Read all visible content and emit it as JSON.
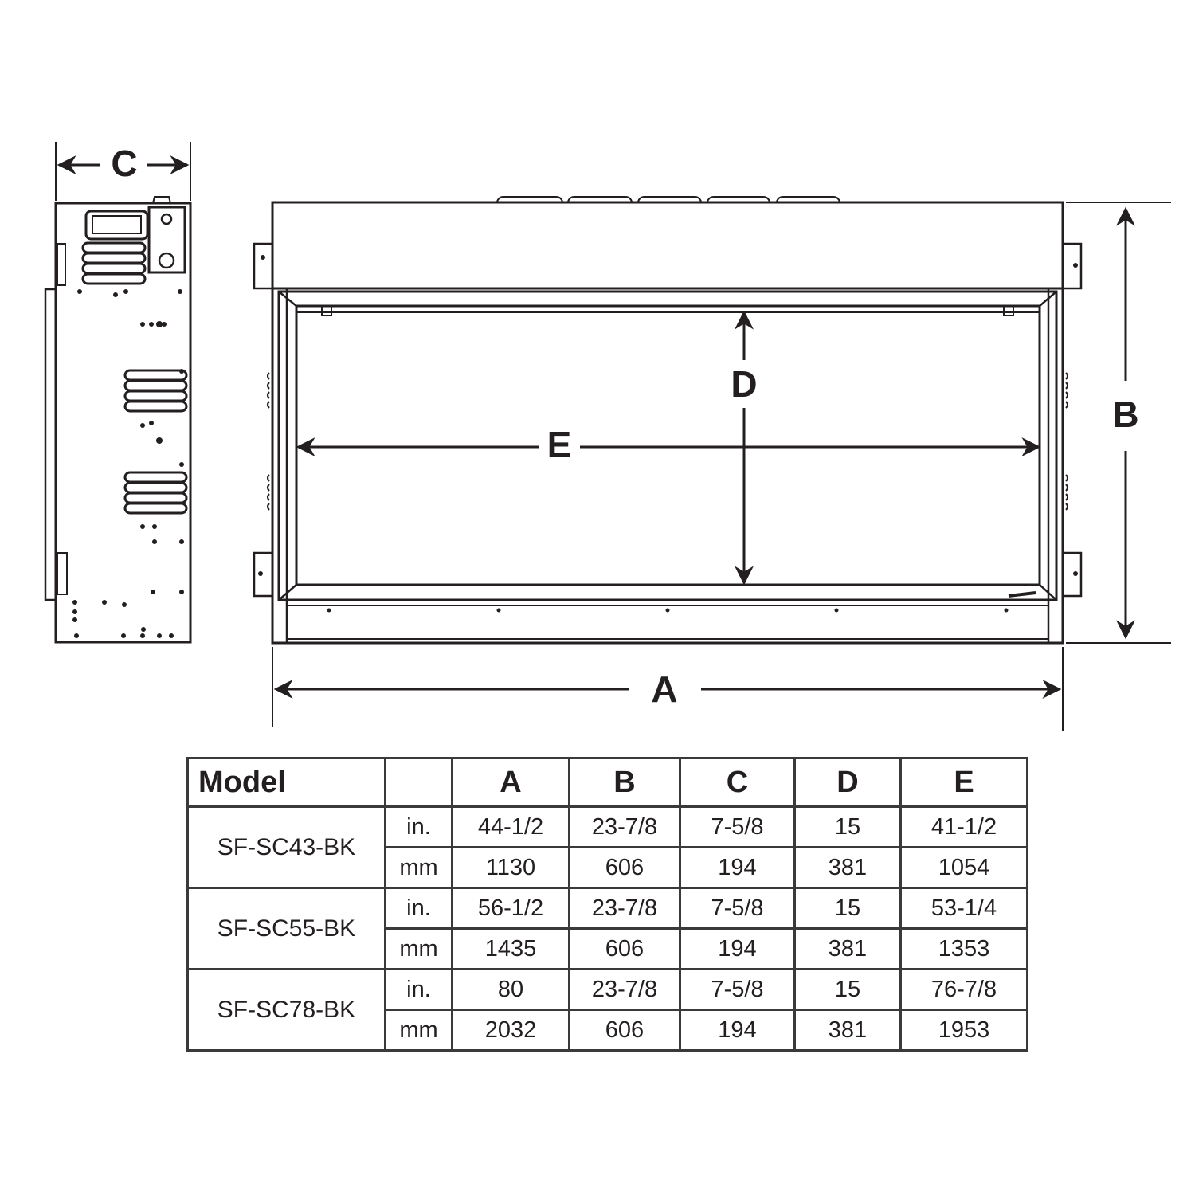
{
  "labels": {
    "A": "A",
    "B": "B",
    "C": "C",
    "D": "D",
    "E": "E"
  },
  "table": {
    "header": [
      "Model",
      "",
      "A",
      "B",
      "C",
      "D",
      "E"
    ],
    "models": [
      {
        "name": "SF-SC43-BK",
        "rows": [
          {
            "unit": "in.",
            "values": [
              "44-1/2",
              "23-7/8",
              "7-5/8",
              "15",
              "41-1/2"
            ]
          },
          {
            "unit": "mm",
            "values": [
              "1130",
              "606",
              "194",
              "381",
              "1054"
            ]
          }
        ]
      },
      {
        "name": "SF-SC55-BK",
        "rows": [
          {
            "unit": "in.",
            "values": [
              "56-1/2",
              "23-7/8",
              "7-5/8",
              "15",
              "53-1/4"
            ]
          },
          {
            "unit": "mm",
            "values": [
              "1435",
              "606",
              "194",
              "381",
              "1353"
            ]
          }
        ]
      },
      {
        "name": "SF-SC78-BK",
        "rows": [
          {
            "unit": "in.",
            "values": [
              "80",
              "23-7/8",
              "7-5/8",
              "15",
              "76-7/8"
            ]
          },
          {
            "unit": "mm",
            "values": [
              "2032",
              "606",
              "194",
              "381",
              "1953"
            ]
          }
        ]
      }
    ]
  }
}
